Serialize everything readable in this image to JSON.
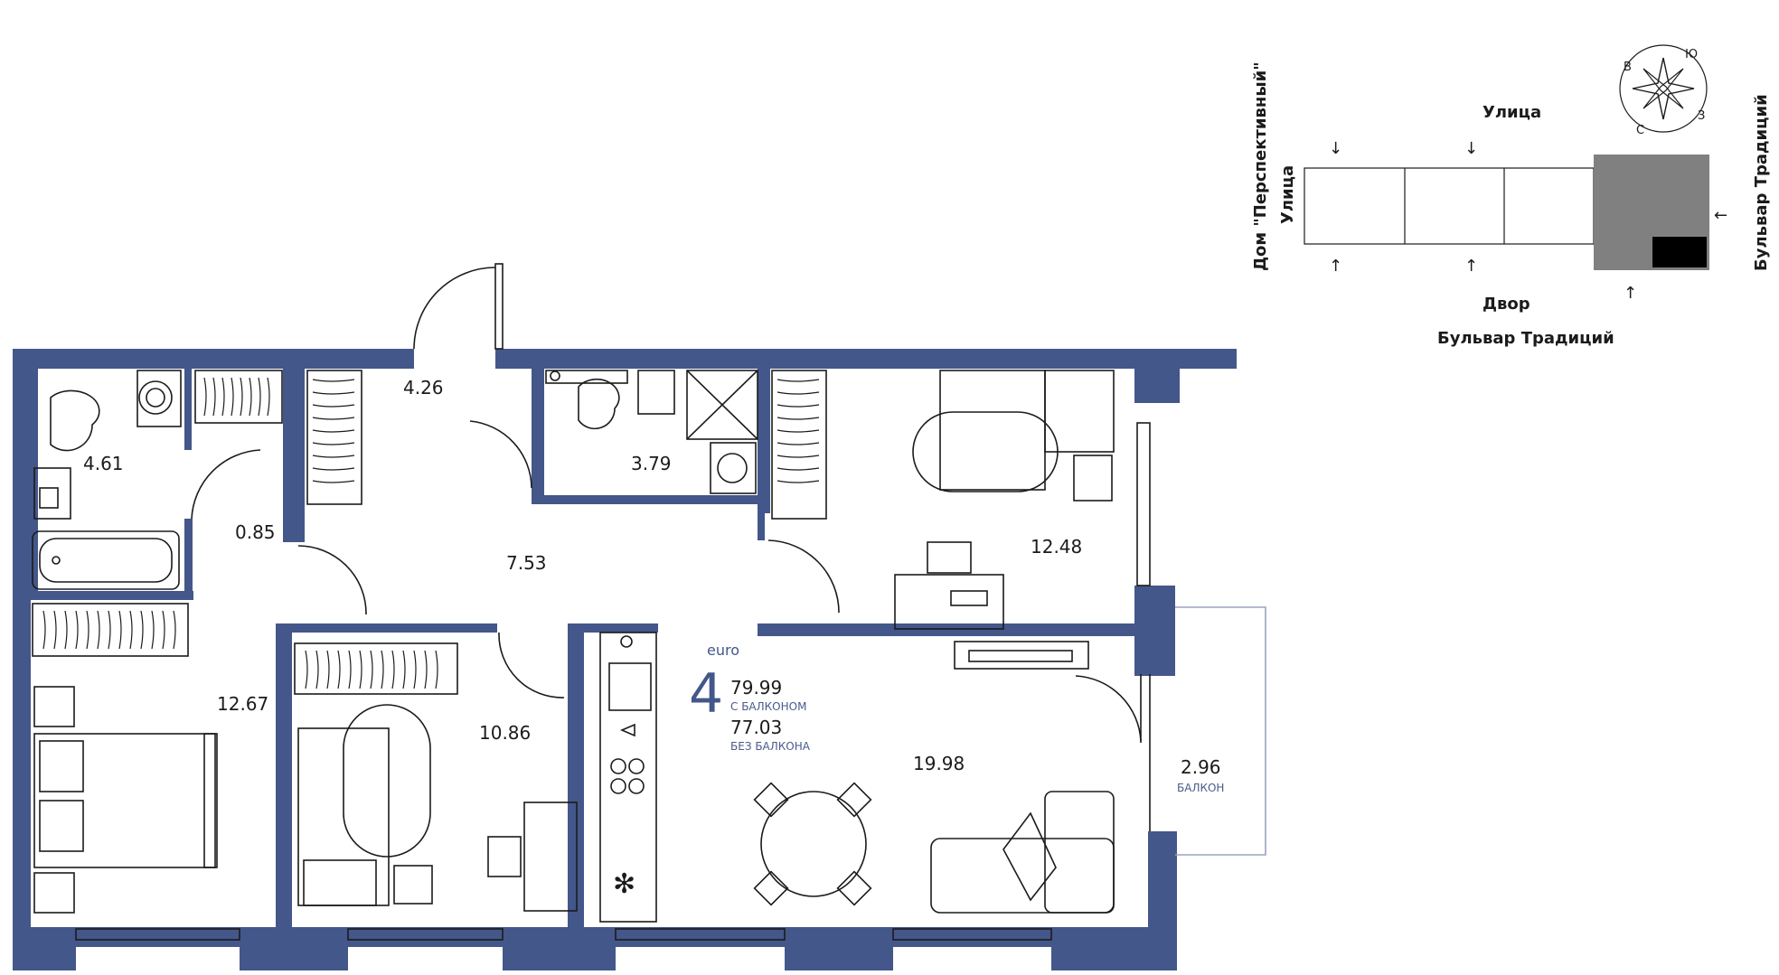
{
  "rooms": [
    {
      "id": "bath",
      "area": "4.61"
    },
    {
      "id": "storage",
      "area": "0.85"
    },
    {
      "id": "hall-entry",
      "area": "4.26"
    },
    {
      "id": "wc",
      "area": "3.79"
    },
    {
      "id": "corridor",
      "area": "7.53"
    },
    {
      "id": "bedroom-right",
      "area": "12.48"
    },
    {
      "id": "bedroom-left",
      "area": "12.67"
    },
    {
      "id": "bedroom-middle",
      "area": "10.86"
    },
    {
      "id": "living",
      "area": "19.98"
    },
    {
      "id": "balcony",
      "area": "2.96",
      "label": "БАЛКОН"
    }
  ],
  "summary": {
    "type": "euro",
    "rooms": "4",
    "area_with_balcony": "79.99",
    "with_balcony_label": "С БАЛКОНОМ",
    "area_without_balcony": "77.03",
    "without_balcony_label": "БЕЗ БАЛКОНА"
  },
  "site": {
    "house_label": "Дом \"Перспективный\"",
    "street_left": "Улица",
    "street_top": "Улица",
    "yard": "Двор",
    "boulevard_bottom": "Бульвар Традиций",
    "boulevard_right": "Бульвар Традиций",
    "compass": {
      "n": "Ю",
      "e": "З",
      "s": "С",
      "w": "В"
    }
  },
  "colors": {
    "wall": "#44578a",
    "accent": "#44578a",
    "highlight": "#808080"
  }
}
